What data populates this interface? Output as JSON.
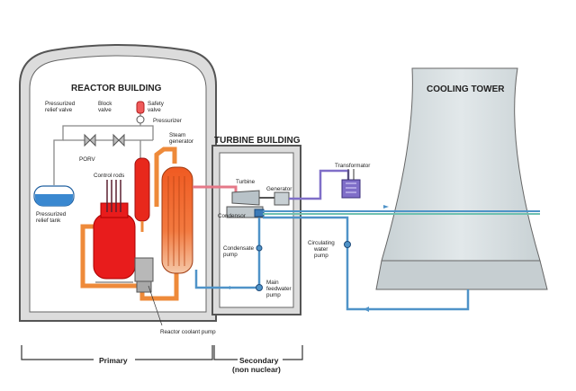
{
  "labels": {
    "reactor_building": "REACTOR BUILDING",
    "turbine_building": "TURBINE BUILDING",
    "cooling_tower": "COOLING TOWER",
    "pressurized_relief_valve": [
      "Pressurized",
      "relief valve"
    ],
    "block_valve": [
      "Block",
      "valve"
    ],
    "safety_valve": [
      "Safety",
      "valve"
    ],
    "pressurizer": "Pressurizer",
    "steam_generator": [
      "Steam",
      "generator"
    ],
    "porv": "PORV",
    "control_rods": "Control rods",
    "pressurized_relief_tank": [
      "Pressurized",
      "relief tank"
    ],
    "turbine": "Turbine",
    "generator": "Generator",
    "transformator": "Transformator",
    "condensor": "Condensor",
    "condensate_pump": [
      "Condensate",
      "pump"
    ],
    "circulating_water_pump": [
      "Circulating",
      "water",
      "pump"
    ],
    "main_feedwater_pump": [
      "Main",
      "feedwater",
      "pump"
    ],
    "reactor_coolant_pump": "Reactor coolant pump",
    "primary": "Primary",
    "secondary": [
      "Secondary",
      "(non nuclear)"
    ]
  },
  "colors": {
    "reactor_red": "#e81c1c",
    "steam_orange": "#f06a30",
    "primary_loop": "#ee8a3a",
    "cooling_blue": "#4f93c8",
    "tower_gray": "#d6dde0",
    "building_gray": "#e8e8e8",
    "transformer_purple": "#7f6ec8"
  }
}
